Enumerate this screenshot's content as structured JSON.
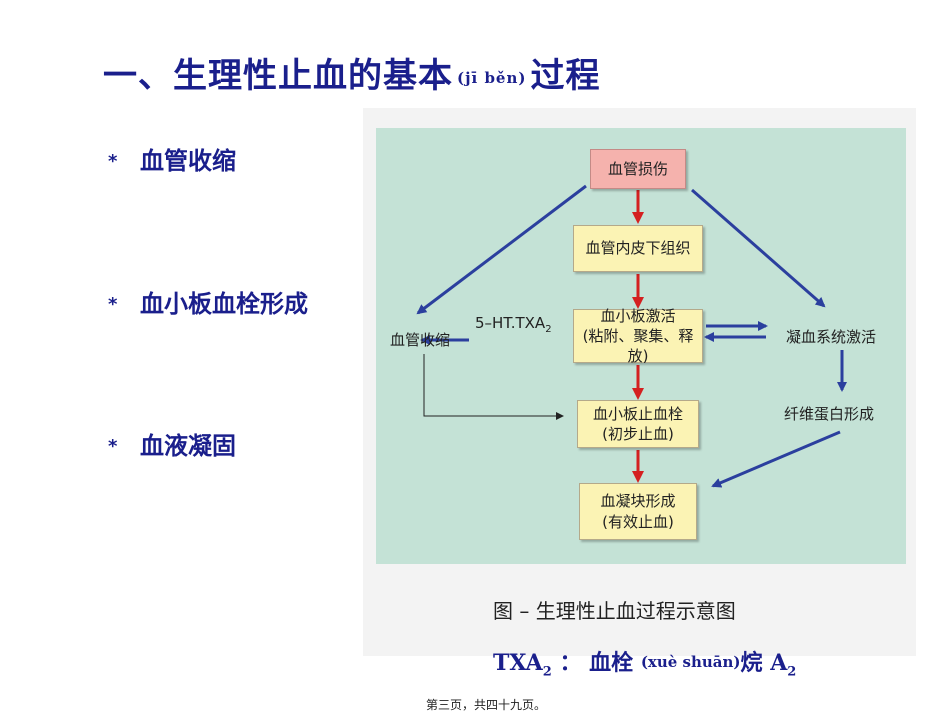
{
  "title": {
    "main": "一、生理性止血的基本",
    "pinyin": "(jī běn)",
    "tail": "过程"
  },
  "bullets": [
    {
      "star": "*",
      "text": "血管收缩"
    },
    {
      "star": "*",
      "text": "血小板血栓形成"
    },
    {
      "star": "*",
      "text": "血液凝固"
    }
  ],
  "diagram": {
    "boxes": {
      "injury": "血管损伤",
      "subendothelium": "血管内皮下组织",
      "platelet_activation_1": "血小板激活",
      "platelet_activation_2": "(粘附、聚集、释放)",
      "platelet_plug_1": "血小板止血栓",
      "platelet_plug_2": "(初步止血)",
      "clot_1": "血凝块形成",
      "clot_2": "(有效止血)"
    },
    "labels": {
      "vasoconstriction": "血管收缩",
      "mediator": "5–HT.TXA",
      "mediator_sub": "2",
      "coagulation": "凝血系统激活",
      "fibrin": "纤维蛋白形成"
    },
    "colors": {
      "background": "#c4e2d6",
      "box_fill": "#fbf3b4",
      "injury_fill": "#f5b2ad",
      "blue_arrow": "#2b3f9e",
      "red_arrow": "#d42020"
    }
  },
  "caption": "图 –   生理性止血过程示意图",
  "formula": {
    "prefix": "TXA",
    "prefix_sub": "2",
    "colon": " ：",
    "word": "血栓",
    "pinyin": "(xuè shuān)",
    "word2": "烷",
    "suffix": "A",
    "suffix_sub": "2"
  },
  "footer": "第三页，共四十九页。"
}
